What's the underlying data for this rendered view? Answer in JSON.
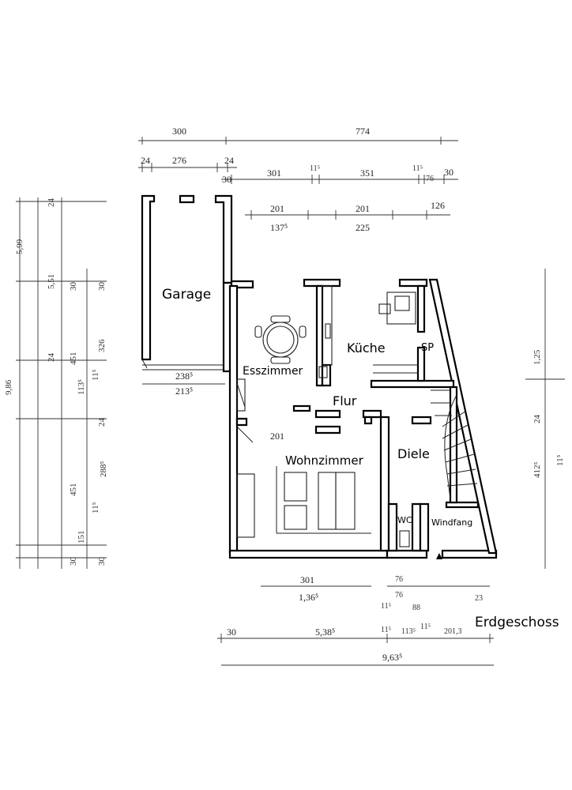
{
  "plan": {
    "floor_label": "Erdgeschoss",
    "rooms": {
      "garage": "Garage",
      "esszimmer": "Esszimmer",
      "kueche": "Küche",
      "sp": "SP",
      "flur": "Flur",
      "wohnzimmer": "Wohnzimmer",
      "diele": "Diele",
      "wc": "WC",
      "windfang": "Windfang"
    },
    "dimensions_top": {
      "d300": "300",
      "d774": "774",
      "d24a": "24",
      "d276": "276",
      "d24b": "24",
      "d30a": "30",
      "d301": "301",
      "d115": "11⁵",
      "d351": "351",
      "d115b": "11⁵",
      "d76": "76",
      "d30b": "30",
      "d201a": "201",
      "d1375": "137⁵",
      "d201b": "201",
      "d225": "225",
      "d126": "126"
    },
    "dimensions_left": {
      "d986": "9,86",
      "d599": "5,99",
      "d551": "5,51",
      "d24a": "24",
      "d30a": "30",
      "d30b": "30",
      "d24b": "24",
      "d451": "451",
      "d326": "326",
      "d115": "11⁵",
      "d1135": "113⁵",
      "d24c": "24",
      "d451b": "451",
      "d2885": "288⁵",
      "d115b": "11⁵",
      "d151": "151",
      "d30c": "30",
      "d30d": "30"
    },
    "dimensions_inner": {
      "g2385": "238⁵",
      "g2135": "213⁵",
      "w201": "201"
    },
    "dimensions_right": {
      "d125": "1,25",
      "d24": "24",
      "d4125": "412⁵",
      "d115": "11⁵"
    },
    "dimensions_bottom": {
      "d301": "301",
      "d1365": "1,36⁵",
      "d76a": "76",
      "d76b": "76",
      "d115a": "11⁵",
      "d88": "88",
      "d115b": "11⁵",
      "d1135": "113⁵",
      "d115c": "11⁵",
      "d2013": "201,3",
      "d30": "30",
      "d5385": "5,38⁵",
      "d9635": "9,63⁵",
      "d23": "23"
    }
  }
}
